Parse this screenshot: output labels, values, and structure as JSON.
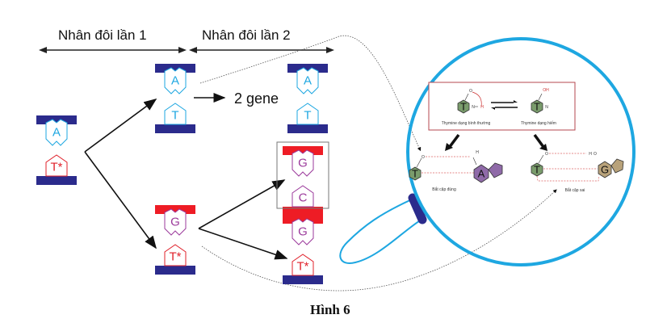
{
  "header": {
    "round1_label": "Nhân đôi lần 1",
    "round2_label": "Nhân đôi lần 2"
  },
  "gene_label": "2 gene",
  "caption": "Hình 6",
  "colors": {
    "strand_normal": "#2b2b8c",
    "strand_new": "#ee1c25",
    "base_blue": "#1ea7e1",
    "base_purple": "#9b3a9b",
    "base_red": "#e0202a",
    "magnifier_ring": "#1ea7e1",
    "inset_border": "#b5474f"
  },
  "pairs": {
    "original": {
      "top": "A",
      "bottom": "T*"
    },
    "r1_upper": {
      "top": "A",
      "bottom": "T"
    },
    "r1_lower": {
      "top": "G",
      "bottom": "T*"
    },
    "r2_upper": {
      "top": "A",
      "bottom": "T"
    },
    "r2_boxed": {
      "top": "G",
      "bottom": "C"
    },
    "r2_lower": {
      "top": "G",
      "bottom": "T*"
    }
  },
  "inset": {
    "tautomer_normal_label": "Thymine dạng bình thường",
    "tautomer_rare_label": "Thymine dạng hiếm",
    "mol_T": "T",
    "mol_A": "A",
    "mol_G": "G",
    "atom_O": "O",
    "atom_H": "H",
    "atom_N": "N",
    "atom_OH": "OH",
    "correct_pair_label": "Bắt cặp đúng",
    "wrong_pair_label": "Bắt cặp sai"
  }
}
